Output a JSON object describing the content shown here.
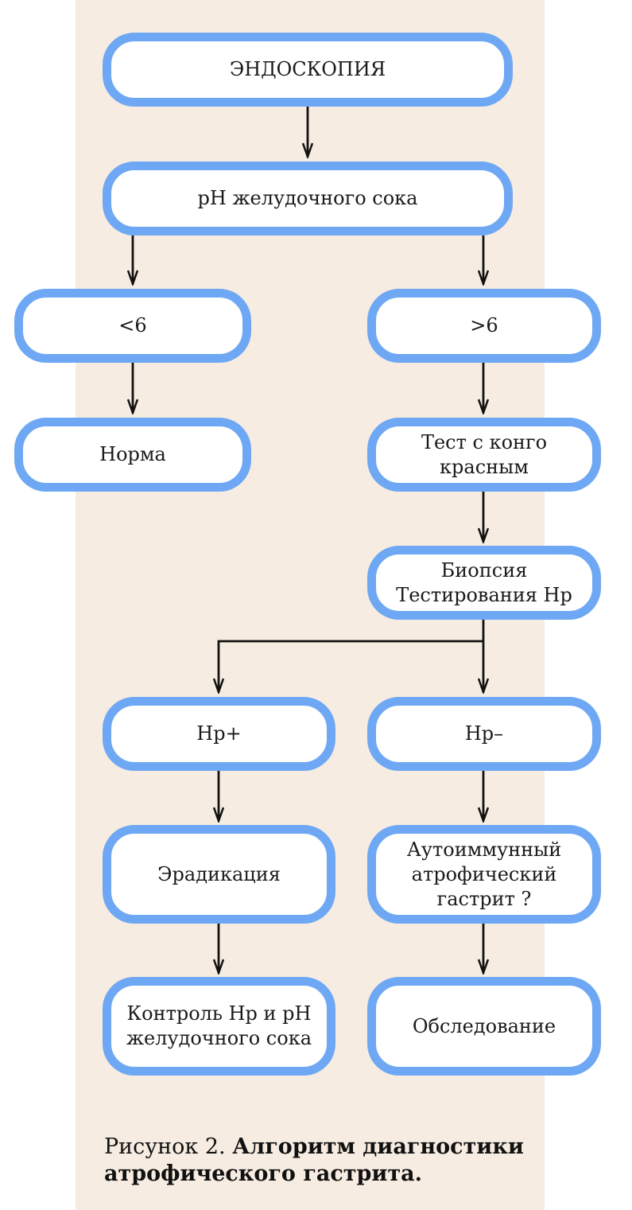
{
  "colors": {
    "panel_background": "#f7ece1",
    "node_border": "#6ea8f4",
    "node_fill": "#ffffff",
    "arrow": "#111111"
  },
  "nodes": {
    "endoscopy": "ЭНДОСКОПИЯ",
    "ph": "pH желудочного сока",
    "lt6": "<6",
    "gt6": ">6",
    "norm": "Норма",
    "congo": "Тест с конго\nкрасным",
    "biopsy": "Биопсия\nТестирования Нр",
    "hp_pos": "Нр+",
    "hp_neg": "Нр–",
    "eradication": "Эрадикация",
    "autoimmune": "Аутоиммунный\nатрофический\nгастрит ?",
    "control": "Контроль Нр и pH\nжелудочного сока",
    "exam": "Обследование"
  },
  "caption": {
    "prefix": "Рисунок 2. ",
    "title": "Алгоритм диагностики атрофического гастрита."
  }
}
